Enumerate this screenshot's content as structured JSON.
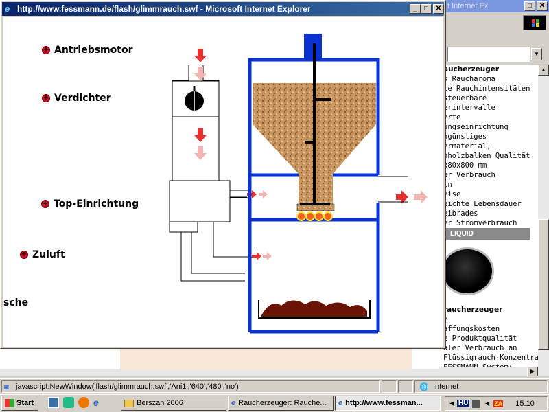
{
  "popup": {
    "title": "http://www.fessmann.de/flash/glimmrauch.swf - Microsoft Internet Explorer",
    "labels": {
      "antrieb": "Antriebsmotor",
      "verdichter": "Verdichter",
      "top": "Top-Einrichtung",
      "zuluft": "Zuluft",
      "asche": "sche"
    }
  },
  "bg_window": {
    "title_fragment": "t Internet Ex",
    "panel_lines_1": [
      "aucherzeuger",
      "s Raucharoma",
      "le Rauchintensitäten",
      "steuerbare",
      "erintervalle",
      "erte",
      "ungseinrichtung",
      "ngünstiges",
      "ermaterial,",
      "nholzbalken Qualität",
      "x80x800 mm",
      "er Verbrauch",
      "in",
      "eise",
      "eichte Lebensdauer",
      "eibrades",
      "er Stromverbrauch"
    ],
    "liquid_header": "LIQUID",
    "panel_lines_2": [
      "raucherzeuger",
      "e",
      "affungskosten",
      "e Produktqualität",
      "aler Verbrauch an",
      "Flüssigrauch-Konzentrat",
      "FESSMANN-System:"
    ]
  },
  "statusbar": {
    "text": "javascript:NewWindow('flash/glimmrauch.swf','Ani1','640','480','no')",
    "zone": "Internet"
  },
  "taskbar": {
    "start": "Start",
    "buttons": [
      "Berszan 2006",
      "Raucherzeuger: Rauche...",
      "http://www.fessman..."
    ],
    "lang": "HU",
    "clock": "15:10"
  }
}
